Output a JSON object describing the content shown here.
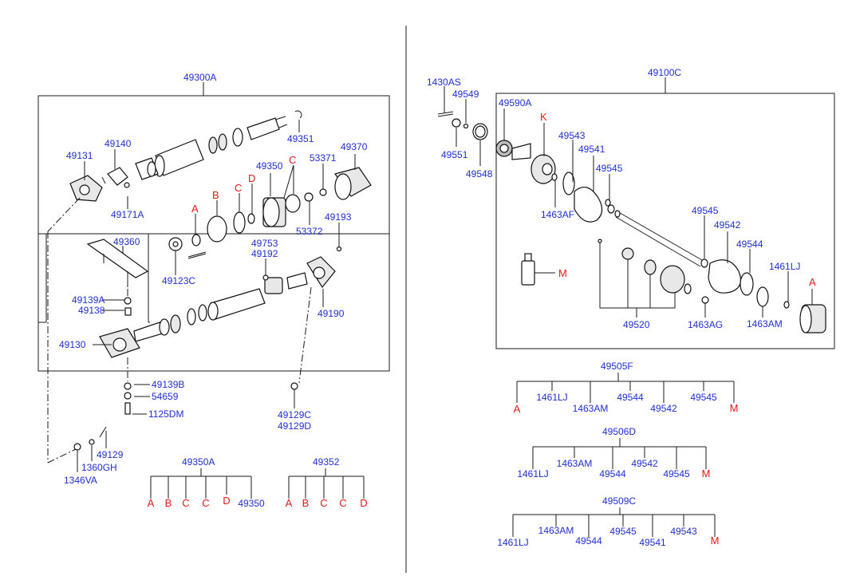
{
  "left": {
    "header": "49300A",
    "labels": {
      "l49131": "49131",
      "l49140": "49140",
      "l49171A": "49171A",
      "l49351": "49351",
      "l49370": "49370",
      "l49350": "49350",
      "l53371": "53371",
      "l53372": "53372",
      "l49193": "49193",
      "l49360": "49360",
      "l49123C": "49123C",
      "l49753": "49753",
      "l49192": "49192",
      "l49139A": "49139A",
      "l49138": "49138",
      "l49130": "49130",
      "l49190": "49190",
      "l49139B": "49139B",
      "l54659": "54659",
      "l1125DM": "1125DM",
      "l49129C": "49129C",
      "l49129D": "49129D",
      "l49129": "49129",
      "l1360GH": "1360GH",
      "l1346VA": "1346VA"
    },
    "letters": {
      "A": "A",
      "B": "B",
      "C1": "C",
      "C2": "C",
      "D": "D"
    },
    "tree_49350A": {
      "header": "49350A",
      "items": [
        "A",
        "B",
        "C",
        "C",
        "D",
        "49350"
      ]
    },
    "tree_49352": {
      "header": "49352",
      "items": [
        "A",
        "B",
        "C",
        "C",
        "D"
      ]
    }
  },
  "right": {
    "header": "49100C",
    "labels": {
      "l1430AS": "1430AS",
      "l49549": "49549",
      "l49551": "49551",
      "l49548": "49548",
      "l49590A": "49590A",
      "l49543": "49543",
      "l49541": "49541",
      "l49545a": "49545",
      "l1463AF": "1463AF",
      "l49545b": "49545",
      "l49542": "49542",
      "l49544": "49544",
      "l1461LJ": "1461LJ",
      "l49520": "49520",
      "l1463AG": "1463AG",
      "l1463AM": "1463AM"
    },
    "letters": {
      "K": "K",
      "M": "M",
      "A": "A"
    },
    "tree_49505F": {
      "header": "49505F",
      "items": [
        "A",
        "1461LJ",
        "1463AM",
        "49544",
        "49542",
        "49545",
        "M"
      ]
    },
    "tree_49506D": {
      "header": "49506D",
      "items": [
        "1461LJ",
        "1463AM",
        "49544",
        "49542",
        "49545",
        "M"
      ]
    },
    "tree_49509C": {
      "header": "49509C",
      "items": [
        "1461LJ",
        "1463AM",
        "49544",
        "49545",
        "49541",
        "49543",
        "M"
      ]
    }
  }
}
